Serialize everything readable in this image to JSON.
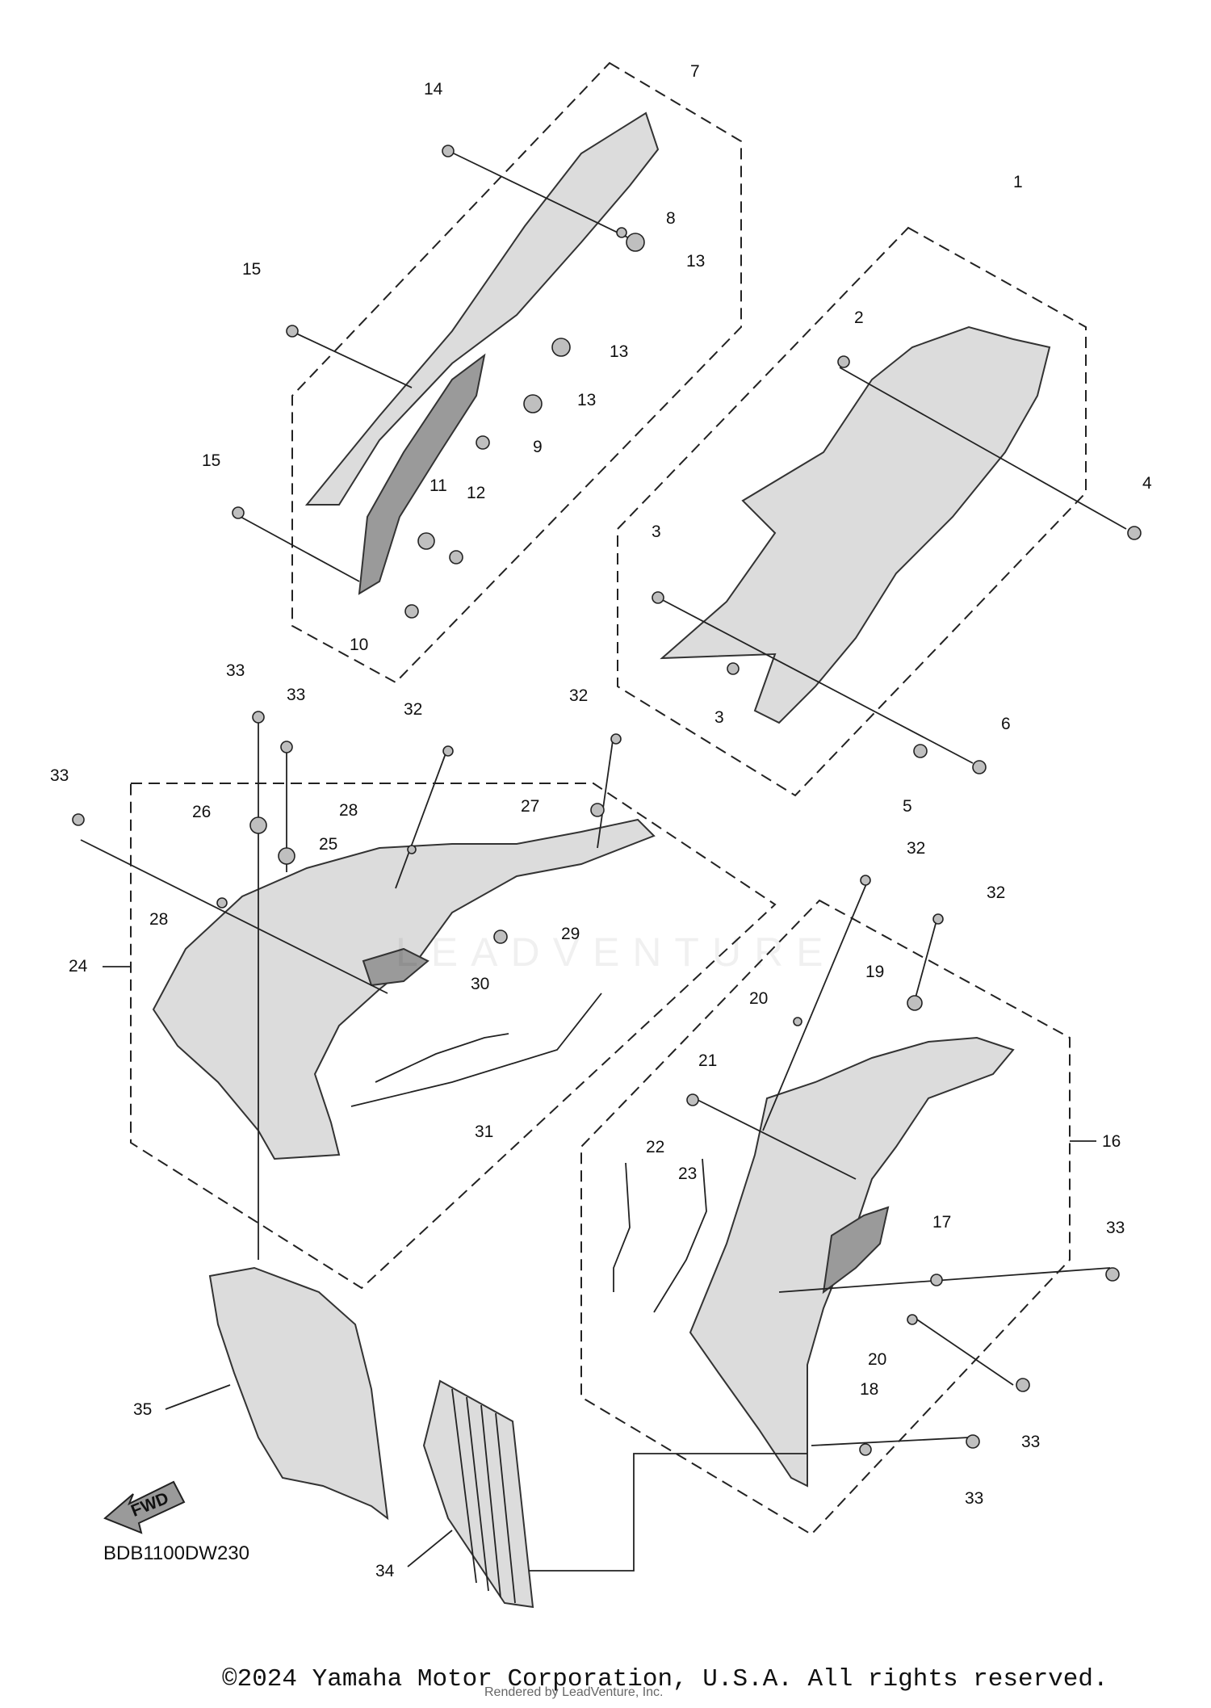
{
  "diagram": {
    "code": "BDB1100DW230",
    "fwd_label": "FWD",
    "copyright": "©2024 Yamaha Motor Corporation, U.S.A. All rights reserved.",
    "watermark": "LEADVENTURE",
    "render_credit": "Rendered by LeadVenture, Inc."
  },
  "callouts": [
    "1",
    "2",
    "3",
    "3",
    "4",
    "5",
    "6",
    "7",
    "8",
    "9",
    "10",
    "11",
    "12",
    "13",
    "13",
    "13",
    "14",
    "15",
    "15",
    "16",
    "17",
    "18",
    "19",
    "20",
    "20",
    "21",
    "22",
    "23",
    "24",
    "25",
    "26",
    "27",
    "28",
    "28",
    "29",
    "30",
    "31",
    "32",
    "32",
    "32",
    "32",
    "33",
    "33",
    "33",
    "33",
    "33",
    "33",
    "34",
    "35"
  ]
}
